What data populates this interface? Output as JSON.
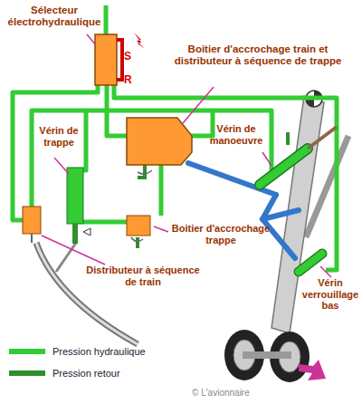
{
  "diagram": {
    "labels": [
      "Sélecteur électrohydraulique",
      "S",
      "R",
      "Boitier d'accrochage train et distributeur à séquence de trappe",
      "Vérin de manoeuvre",
      "Vérin de trappe",
      "Boitier d'accrochage trappe",
      "Distributeur à séquence de train",
      "Vérin verrouillage bas",
      "© L'avionnaire"
    ],
    "legend": [
      {
        "text": "Pression hydraulique",
        "color": "#33cc33"
      },
      {
        "text": "Pression retour",
        "color": "#2f8f2f"
      }
    ]
  }
}
